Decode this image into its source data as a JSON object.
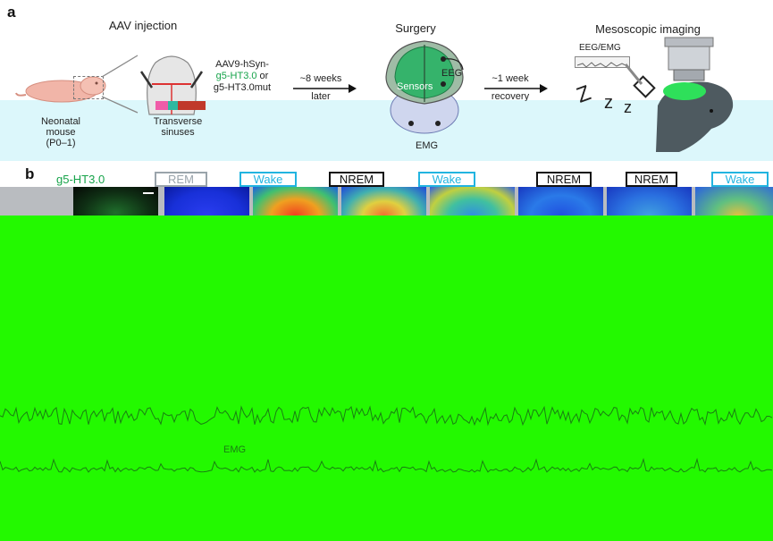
{
  "panel_a": {
    "letter": "a",
    "step1_title": "AAV injection",
    "mouse_label": [
      "Neonatal mouse",
      "(P0–1)"
    ],
    "sinus_label": [
      "Transverse",
      "sinuses"
    ],
    "virus_label": [
      "AAV9-hSyn-",
      "g5-HT3.0",
      " or",
      "g5-HT3.0mut"
    ],
    "arrow1_label": [
      "~8 weeks",
      "later"
    ],
    "step2_title": "Surgery",
    "brain_labels": {
      "sensors": "Sensors",
      "eeg": "EEG",
      "emg": "EMG"
    },
    "arrow2_label": [
      "~1 week",
      "recovery"
    ],
    "step3_title": "Mesoscopic imaging",
    "eeg_emg_tag": "EEG/EMG",
    "sleep_z": [
      "Z",
      "z",
      "z"
    ]
  },
  "panel_b": {
    "letter": "b",
    "sensor_label": "g5-HT3.0",
    "state_labels": [
      "REM",
      "Wake",
      "NREM",
      "Wake",
      "NREM",
      "NREM",
      "Wake"
    ],
    "trace_labels": [
      "EMG"
    ],
    "colors": {
      "rem": "#9aa4ab",
      "wake": "#22b4e0",
      "nrem": "#111111",
      "sensor_green": "#16a34a",
      "artifact_green": "#23f900",
      "cyan_band": "#dcf7fb",
      "gray_band": "#b9bcc0"
    }
  }
}
